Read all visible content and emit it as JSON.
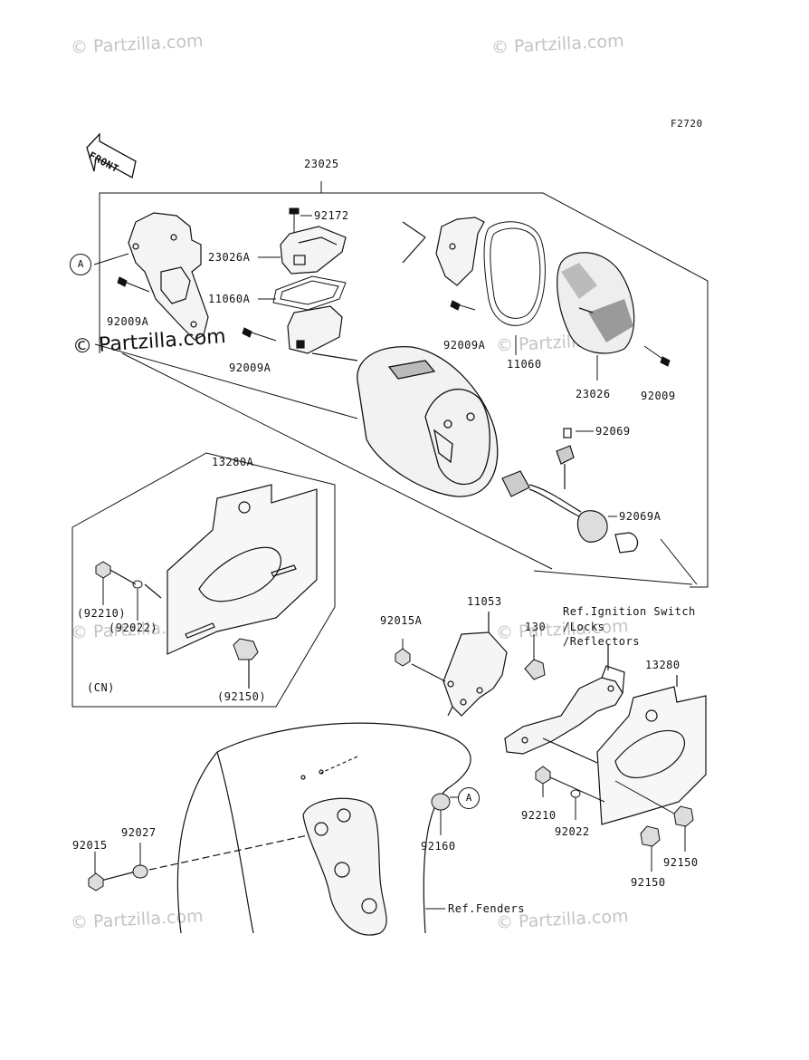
{
  "figure_code": "F2720",
  "watermark": "© Partzilla.com",
  "front_label": "FRONT",
  "callouts": {
    "a": "A"
  },
  "labels": {
    "p23025": "23025",
    "p92172": "92172",
    "p23026A": "23026A",
    "p11060A": "11060A",
    "p92009A_1": "92009A",
    "p92009A_2": "92009A",
    "p92009A_3": "92009A",
    "p11060": "11060",
    "p23026": "23026",
    "p92009": "92009",
    "p92069": "92069",
    "p92069A": "92069A",
    "p13280A": "13280A",
    "p92210_paren": "(92210)",
    "p92022_paren": "(92022)",
    "p92150_paren": "(92150)",
    "cn": "(CN)",
    "p92015A": "92015A",
    "p11053": "11053",
    "p130": "130",
    "ref_ignition_1": "Ref.Ignition Switch",
    "ref_ignition_2": "/Locks",
    "ref_ignition_3": "/Reflectors",
    "p13280": "13280",
    "p92210": "92210",
    "p92022": "92022",
    "p92150_1": "92150",
    "p92150_2": "92150",
    "p92160": "92160",
    "p92015": "92015",
    "p92027": "92027",
    "ref_fenders": "Ref.Fenders"
  }
}
